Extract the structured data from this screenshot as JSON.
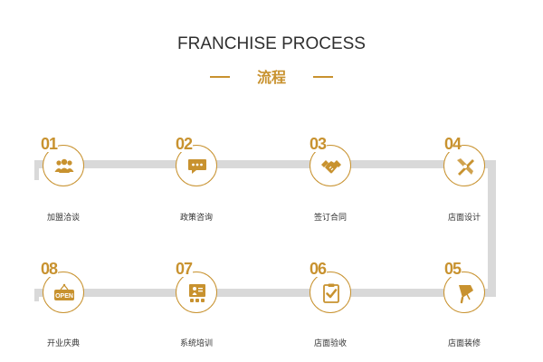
{
  "header": {
    "title_en": "FRANCHISE PROCESS",
    "title_cn": "流程",
    "accent_color": "#c8922f",
    "track_color": "#d9d9d9"
  },
  "steps": [
    {
      "number": "01",
      "label": "加盟洽谈",
      "icon": "people-group-icon"
    },
    {
      "number": "02",
      "label": "政策咨询",
      "icon": "chat-bubble-icon"
    },
    {
      "number": "03",
      "label": "签订合同",
      "icon": "handshake-icon"
    },
    {
      "number": "04",
      "label": "店面设计",
      "icon": "design-tools-icon"
    },
    {
      "number": "05",
      "label": "店面装修",
      "icon": "paint-roller-icon"
    },
    {
      "number": "06",
      "label": "店面验收",
      "icon": "clipboard-check-icon"
    },
    {
      "number": "07",
      "label": "系统培训",
      "icon": "training-board-icon"
    },
    {
      "number": "08",
      "label": "开业庆典",
      "icon": "open-sign-icon"
    }
  ],
  "open_sign_text": "OPEN"
}
